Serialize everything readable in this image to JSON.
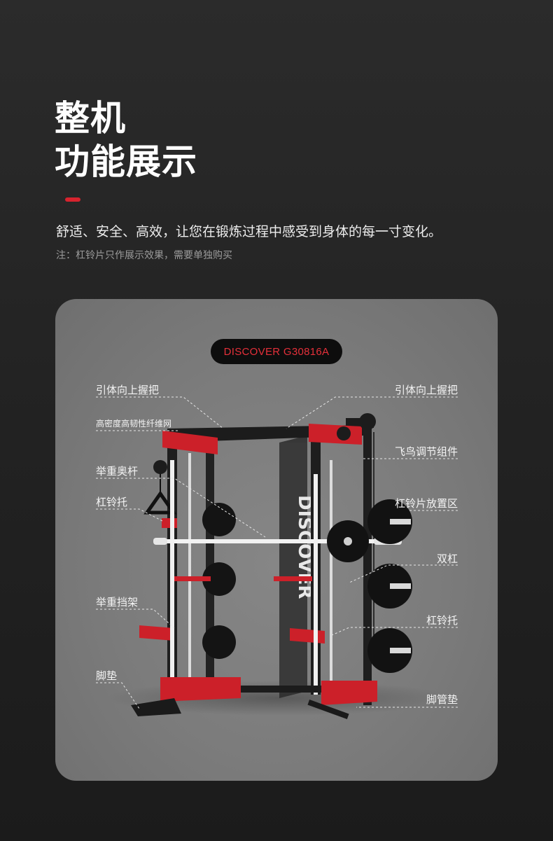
{
  "header": {
    "title_line1": "整机",
    "title_line2": "功能展示",
    "subtitle": "舒适、安全、高效，让您在锻炼过程中感受到身体的每一寸变化。",
    "note": "注：杠铃片只作展示效果，需要单独购买"
  },
  "product": {
    "model": "DISCOVER G30816A",
    "brand_print": "DISCOVER"
  },
  "callouts": {
    "left": {
      "pullup_handle": "引体向上握把",
      "high_density_foam": "高密度高韧性纤维网",
      "olympic_bar": "举重奥杆",
      "barbell_holder": "杠铃托",
      "safety_rack": "举重挡架",
      "foot_pad": "脚垫"
    },
    "right": {
      "pullup_handle": "引体向上握把",
      "fly_assembly": "飞鸟调节组件",
      "plate_storage": "杠铃片放置区",
      "dip_bars": "双杠",
      "barbell_holder": "杠铃托",
      "tube_pad": "脚管垫"
    }
  },
  "colors": {
    "accent": "#d7232e",
    "frame": "#1c1c1c",
    "panel": "#7b7b7b",
    "pill_bg": "#0d0d0d",
    "pill_text": "#e5303a"
  }
}
